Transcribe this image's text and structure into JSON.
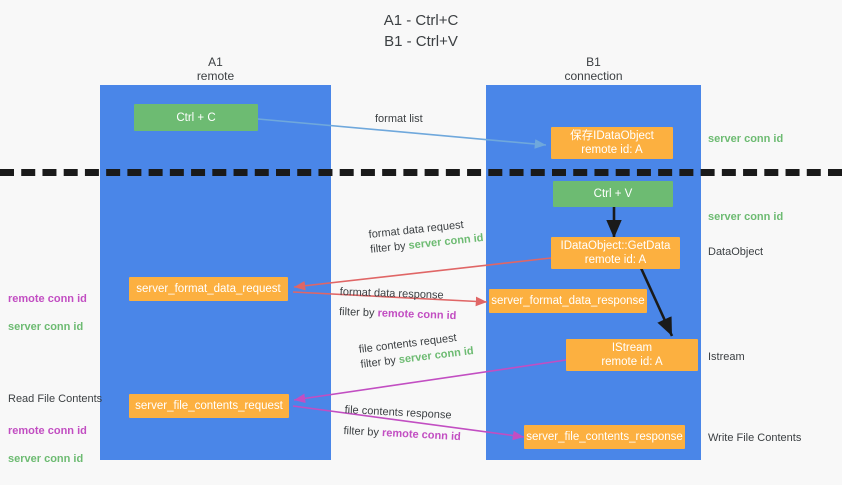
{
  "title": "A1 - Ctrl+C\nB1 - Ctrl+V",
  "lanes": {
    "a": {
      "name": "A1",
      "role": "remote",
      "header": "A1\nremote",
      "color": "#4a86e8"
    },
    "b": {
      "name": "B1",
      "role": "connection",
      "header": "B1\nconnection",
      "color": "#4a86e8"
    }
  },
  "colors": {
    "lane": "#4a86e8",
    "orange_node": "#fcb040",
    "green_node": "#6dbb72",
    "server_conn_id": "#6dbb72",
    "remote_conn_id": "#c24ec2",
    "arrow_blue": "#6fa8dc",
    "arrow_red": "#e06666",
    "arrow_magenta": "#c24ec2",
    "arrow_black": "#1a1a1a",
    "background": "#f8f8f8"
  },
  "nodes": {
    "ctrl_c": {
      "label": "Ctrl + C",
      "style": "green"
    },
    "save_idataobject": {
      "label": "保存IDataObject\nremote id: A",
      "style": "orange"
    },
    "ctrl_v": {
      "label": "Ctrl + V",
      "style": "green"
    },
    "getdata": {
      "label": "IDataObject::GetData\nremote id: A",
      "style": "orange"
    },
    "format_data_request": {
      "label": "server_format_data_request",
      "style": "orange"
    },
    "format_data_response": {
      "label": "server_format_data_response",
      "style": "orange"
    },
    "istream": {
      "label": "IStream\nremote id: A",
      "style": "orange"
    },
    "file_contents_request": {
      "label": "server_file_contents_request",
      "style": "orange"
    },
    "file_contents_response": {
      "label": "server_file_contents_response",
      "style": "orange"
    }
  },
  "edges": {
    "format_list": {
      "label": "format list"
    },
    "format_data_request": {
      "label": "format data request",
      "filter_prefix": "filter by ",
      "filter_key": "server conn id"
    },
    "format_data_response": {
      "label": "format data response",
      "filter_prefix": "filter by ",
      "filter_key": "remote conn id"
    },
    "file_contents_request": {
      "label": "file contents request",
      "filter_prefix": "filter by ",
      "filter_key": "server conn id"
    },
    "file_contents_response": {
      "label": "file contents response",
      "filter_prefix": "filter by ",
      "filter_key": "remote conn id"
    }
  },
  "annotations": {
    "right_server_conn_id_top": "server conn id",
    "right_server_conn_id_mid": "server conn id",
    "right_dataobject": "DataObject",
    "right_istream": "Istream",
    "right_write_file_contents": "Write File Contents",
    "left_read_file_contents": "Read File Contents",
    "left_pair_top": {
      "remote": "remote conn id",
      "server": "server conn id"
    },
    "left_pair_bottom": {
      "remote": "remote conn id",
      "server": "server conn id"
    }
  }
}
